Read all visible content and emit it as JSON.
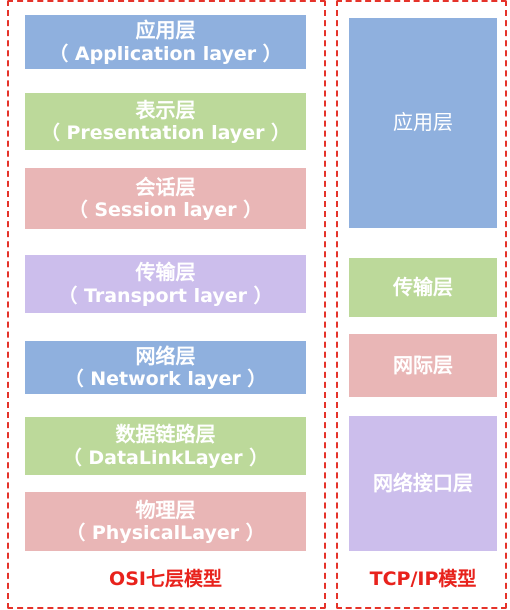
{
  "osi": {
    "title": "OSI七层模型",
    "layers": [
      {
        "cn": "应用层",
        "en": "（ Application layer ）"
      },
      {
        "cn": "表示层",
        "en": "（ Presentation layer ）"
      },
      {
        "cn": "会话层",
        "en": "（ Session layer ）"
      },
      {
        "cn": "传输层",
        "en": "（ Transport layer ）"
      },
      {
        "cn": "网络层",
        "en": "（ Network layer ）"
      },
      {
        "cn": "数据链路层",
        "en": "（ DataLinkLayer ）"
      },
      {
        "cn": "物理层",
        "en": "（ PhysicalLayer ）"
      }
    ]
  },
  "tcpip": {
    "title": "TCP/IP模型",
    "layers": [
      {
        "label": "应用层"
      },
      {
        "label": "传输层"
      },
      {
        "label": "网际层"
      },
      {
        "label": "网络接口层"
      }
    ]
  },
  "colors": {
    "border": "#e5332a",
    "title": "#e8221c",
    "blue": "#8fb0de",
    "green": "#bcd99a",
    "red": "#e9b6b6",
    "purple": "#ccbeec"
  }
}
